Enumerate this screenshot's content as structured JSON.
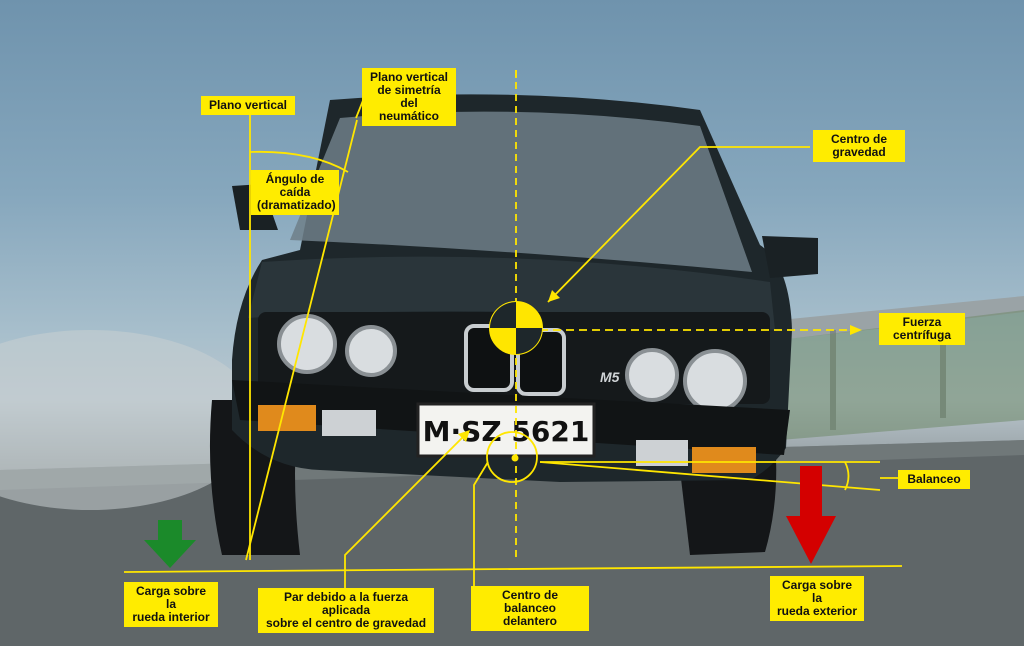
{
  "labels": {
    "plano_vertical": "Plano vertical",
    "plano_simetria": "Plano vertical\nde simetría del\nneumático",
    "angulo_caida": "Ángulo de\ncaída\n(dramatizado)",
    "centro_gravedad": "Centro de\ngravedad",
    "fuerza_centrifuga": "Fuerza\ncentrífuga",
    "balanceo": "Balanceo",
    "carga_interior": "Carga sobre la\nrueda interior",
    "par_fuerza": "Par debido a la fuerza aplicada\nsobre el centro de gravedad",
    "centro_balanceo": "Centro de\nbalanceo delantero",
    "carga_exterior": "Carga sobre la\nrueda exterior"
  },
  "plate": {
    "text": "M·SZ 5621"
  },
  "badge": {
    "text": "M5"
  },
  "colors": {
    "label_bg": "#ffec00",
    "annotation_line": "#ffe600",
    "arrow_inner": "#1b8a2a",
    "arrow_outer": "#d40000",
    "car_body": "#1e272b"
  }
}
